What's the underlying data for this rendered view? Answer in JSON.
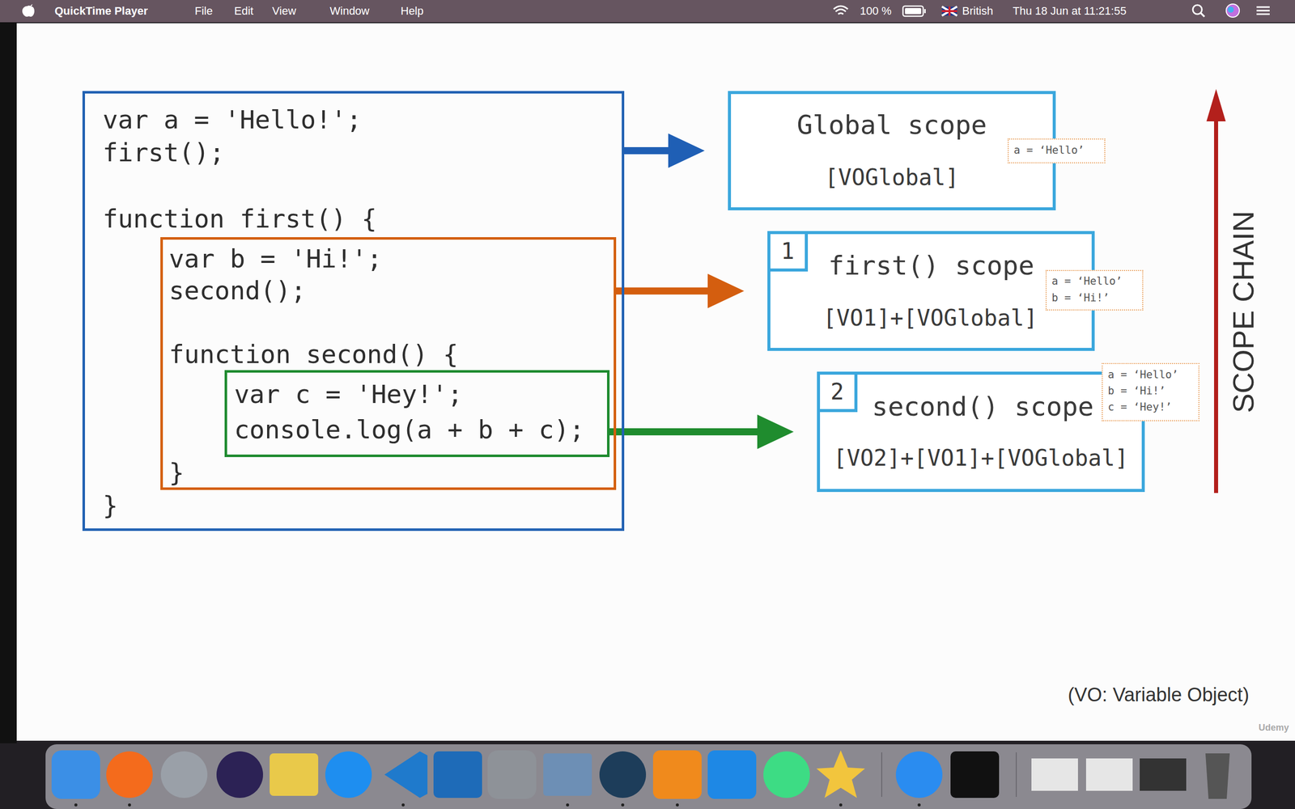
{
  "diagram": {
    "nodes": [
      {
        "text": [
          "var a = 'Hello!';",
          "first();",
          "function first() {",
          "}"
        ]
      },
      {
        "text": [
          "var b = 'Hi!';",
          "second();",
          "function second() {",
          "}"
        ],
        "in": 0
      },
      {
        "text": [
          "var c = 'Hey!';",
          "console.log(a + b + c);"
        ],
        "in": 1
      },
      {
        "text": [
          "Global scope",
          "[VOGlobal]"
        ]
      },
      {
        "text": [
          "a = ‘Hello’"
        ]
      },
      {
        "text": [
          "first() scope",
          "[VO1]+[VOGlobal]"
        ]
      },
      {
        "text": [
          "1"
        ],
        "in": 5
      },
      {
        "text": [
          "a = ‘Hello’",
          "b = ‘Hi!’"
        ]
      },
      {
        "text": [
          "second() scope",
          "[VO2]+[VO1]+[VOGlobal]"
        ]
      },
      {
        "text": [
          "2"
        ],
        "in": 8
      },
      {
        "text": [
          "a = ‘Hello’",
          "b = ‘Hi!’",
          "c = ‘Hey!’"
        ]
      }
    ],
    "edges": [
      {
        "from": 0,
        "to": 3,
        "arrow": "to"
      },
      {
        "from": 1,
        "to": 5,
        "arrow": "to"
      },
      {
        "from": 2,
        "to": 8,
        "arrow": "to"
      }
    ],
    "labels": [
      "QuickTime Player",
      "File",
      "Edit",
      "View",
      "Window",
      "Help",
      "100 %",
      "British",
      "Thu 18 Jun at 11:21:55",
      "SCOPE CHAIN",
      "(VO: Variable Object)",
      "Udemy"
    ]
  }
}
